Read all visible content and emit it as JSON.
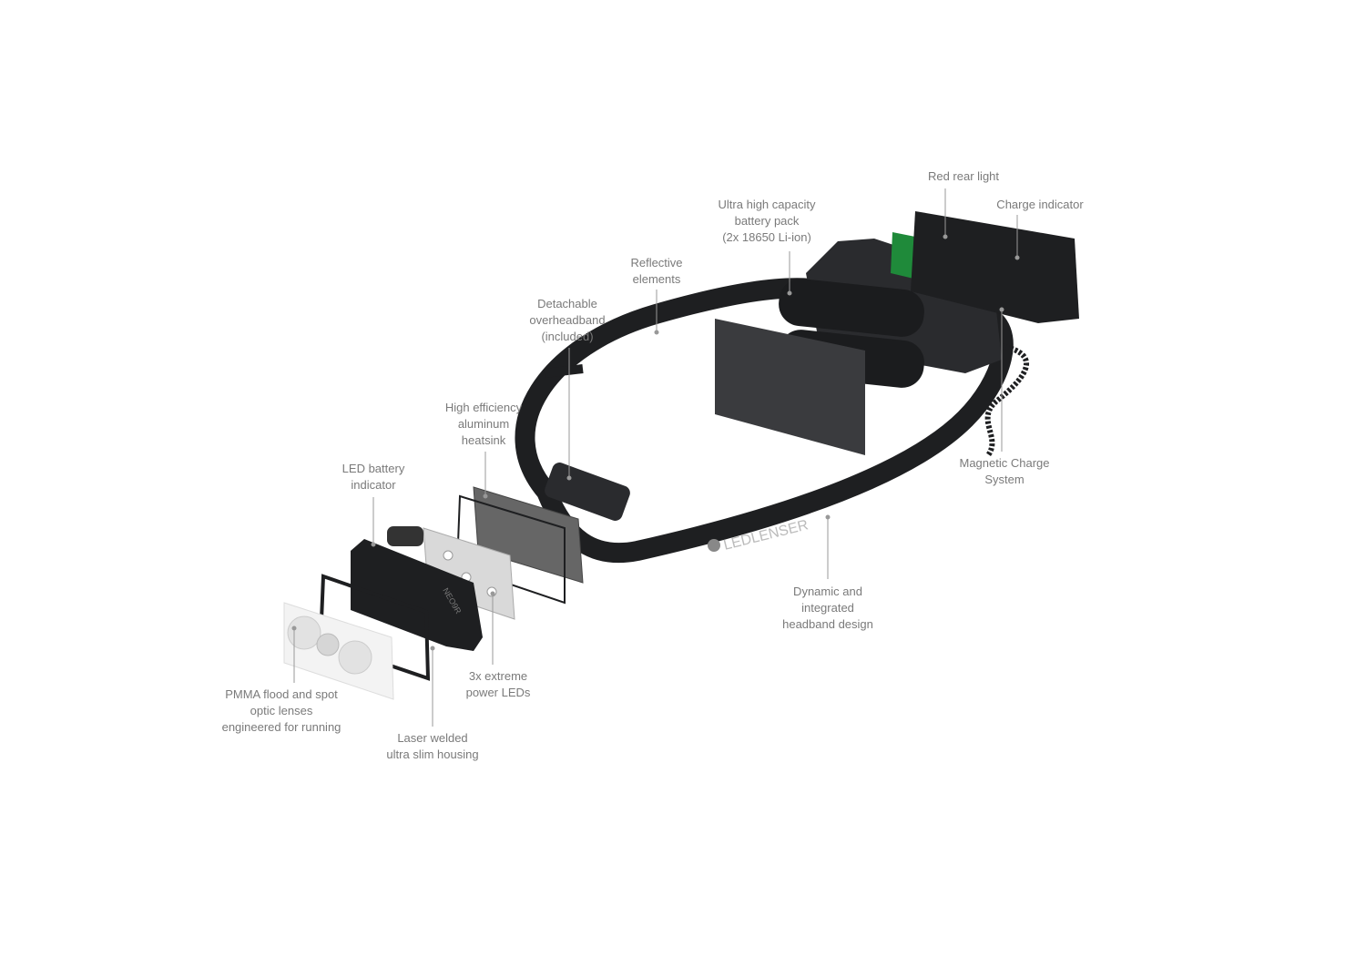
{
  "brand": "LEDLENSER",
  "model": "NEO9R",
  "labels": {
    "red_rear_light": [
      "Red rear light"
    ],
    "charge_indicator": [
      "Charge indicator"
    ],
    "battery_pack": [
      "Ultra high capacity",
      "battery pack",
      "(2x 18650 Li-ion)"
    ],
    "reflective": [
      "Reflective",
      "elements"
    ],
    "overheadband": [
      "Detachable",
      "overheadband",
      "(included)"
    ],
    "heatsink": [
      "High efficiency",
      "aluminum",
      "heatsink"
    ],
    "led_battery": [
      "LED battery",
      "indicator"
    ],
    "magnetic": [
      "Magnetic Charge",
      "System"
    ],
    "headband": [
      "Dynamic and",
      "integrated",
      "headband design"
    ],
    "lenses": [
      "PMMA flood and spot",
      "optic lenses",
      "engineered for running"
    ],
    "housing": [
      "Laser welded",
      "ultra slim housing"
    ],
    "leds": [
      "3x extreme",
      "power LEDs"
    ]
  },
  "colors": {
    "label": "#7a7a7a",
    "product": "#1e1f21",
    "pcb": "#1f8a3a"
  }
}
